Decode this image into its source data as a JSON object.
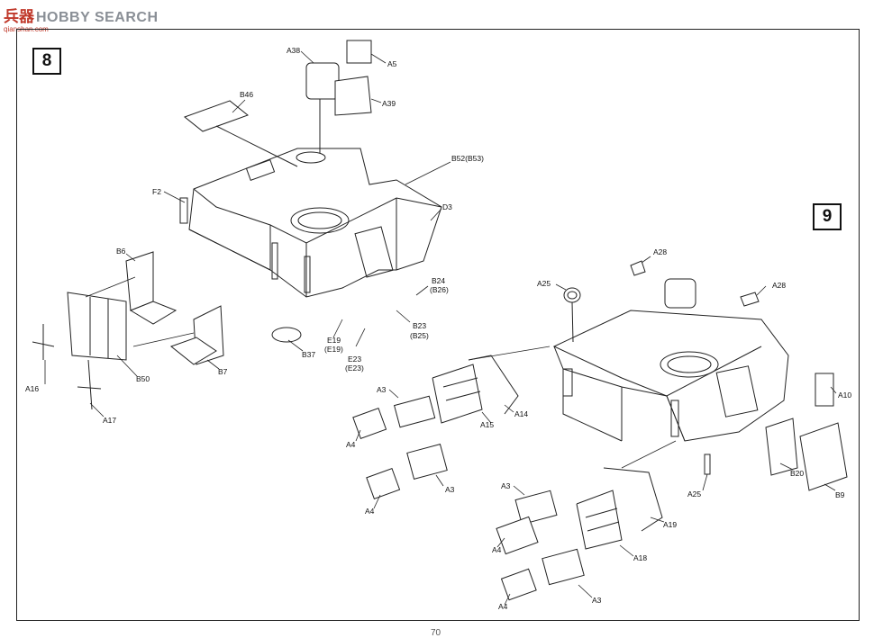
{
  "watermark": {
    "cn": "兵器",
    "en": "HOBBY SEARCH",
    "url": "qianshan.com"
  },
  "steps": {
    "step8": "8",
    "step9": "9"
  },
  "page_number": "70",
  "parts_step8": {
    "a38": "A38",
    "a5": "A5",
    "a39": "A39",
    "b46": "B46",
    "b52": "B52(B53)",
    "f2": "F2",
    "d3": "D3",
    "b6": "B6",
    "a16": "A16",
    "a17": "A17",
    "b50": "B50",
    "b7": "B7",
    "b37": "B37",
    "e19": "E19",
    "e19p": "(E19)",
    "e23": "E23",
    "e23p": "(E23)",
    "b24": "B24",
    "b26p": "(B26)",
    "b23": "B23",
    "b25p": "(B25)"
  },
  "parts_step9": {
    "a28a": "A28",
    "a28b": "A28",
    "a25a": "A25",
    "a10": "A10",
    "a3a": "A3",
    "a4a": "A4",
    "a15": "A15",
    "a14": "A14",
    "a3b": "A3",
    "a4b": "A4",
    "b20": "B20",
    "b9": "B9",
    "a25b": "A25",
    "a3c": "A3",
    "a4c": "A4",
    "a19": "A19",
    "a18": "A18",
    "a3d": "A3",
    "a4d": "A4"
  }
}
